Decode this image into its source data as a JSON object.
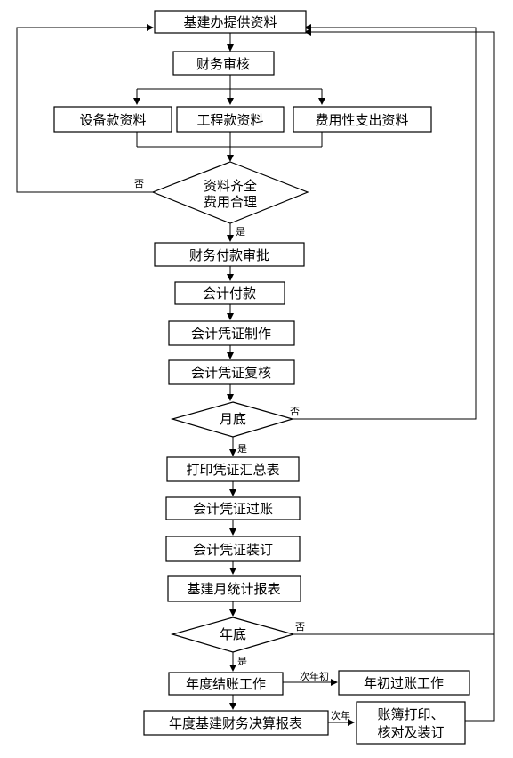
{
  "nodes": {
    "jijian": "基建办提供资料",
    "caiwu_shenhe": "财务审核",
    "shebei": "设备款资料",
    "gongcheng": "工程款资料",
    "feiyong": "费用性支出资料",
    "check_line1": "资料齐全",
    "check_line2": "费用合理",
    "fukuan_shenpi": "财务付款审批",
    "kuaiji_fukuan": "会计付款",
    "pingzheng_zhizuo": "会计凭证制作",
    "pingzheng_fuhe": "会计凭证复核",
    "yuedi": "月底",
    "dayin_huizong": "打印凭证汇总表",
    "guozhang": "会计凭证过账",
    "zhuangding": "会计凭证装订",
    "yue_baobiao": "基建月统计报表",
    "niandi": "年底",
    "jiezhang": "年度结账工作",
    "nianchu_guozhang": "年初过账工作",
    "juesuan": "年度基建财务决算报表",
    "zhangbu_line1": "账簿打印、",
    "zhangbu_line2": "核对及装订"
  },
  "edge_labels": {
    "no1": "否",
    "yes1": "是",
    "no2": "否",
    "yes2": "是",
    "no3": "否",
    "yes3": "是",
    "next_year_start": "次年初",
    "next_year": "次年"
  }
}
